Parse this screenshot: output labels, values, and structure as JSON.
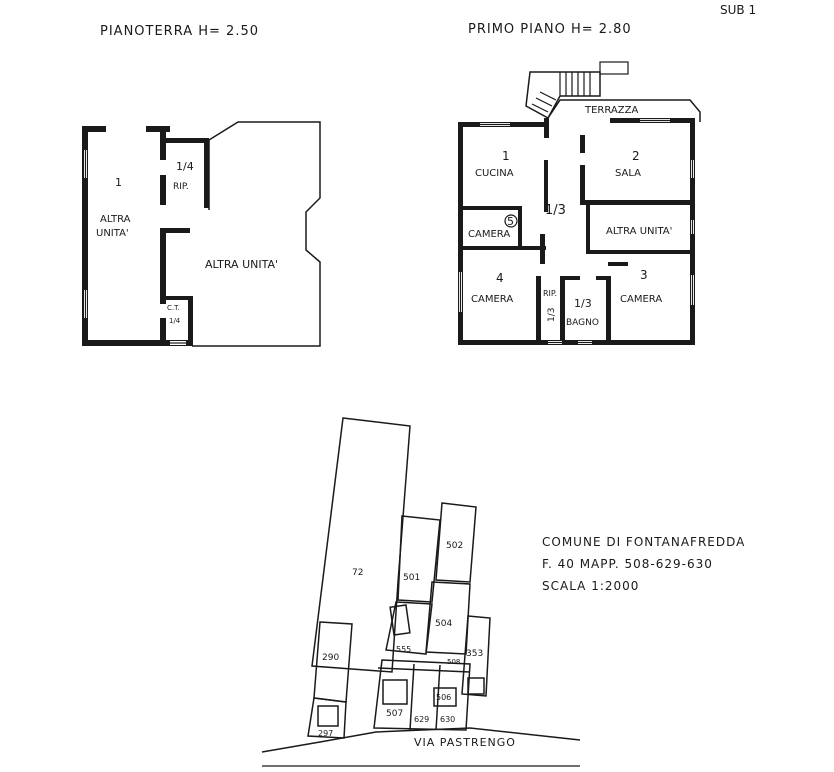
{
  "sheet": {
    "sub_label": "SUB 1"
  },
  "ground_floor": {
    "title": "PIANOTERRA  H= 2.50",
    "rooms": [
      {
        "num": "1",
        "label_line1": "ALTRA",
        "label_line2": "UNITA'"
      },
      {
        "num": "1/4",
        "label": "RIP."
      },
      {
        "label": "ALTRA UNITA'"
      },
      {
        "num": "1/4",
        "label": "C.T."
      }
    ]
  },
  "first_floor": {
    "title": "PRIMO PIANO  H= 2.80",
    "terrace": "TERRAZZA",
    "rooms": [
      {
        "num": "1",
        "label": "CUCINA"
      },
      {
        "num": "2",
        "label": "SALA"
      },
      {
        "num": "1/3",
        "label": ""
      },
      {
        "num": "5",
        "label": "CAMERA"
      },
      {
        "label": "ALTRA UNITA'"
      },
      {
        "num": "4",
        "label": "CAMERA"
      },
      {
        "num": "1/3",
        "label": "RIP."
      },
      {
        "num": "1/3",
        "label": "BAGNO"
      },
      {
        "num": "3",
        "label": "CAMERA"
      }
    ]
  },
  "cadastral": {
    "parcels": [
      "72",
      "501",
      "502",
      "504",
      "555",
      "508",
      "353",
      "290",
      "507",
      "506",
      "629",
      "630",
      "297"
    ],
    "street": "VIA PASTRENGO",
    "info": [
      "COMUNE DI FONTANAFREDDA",
      "F. 40 MAPP. 508-629-630",
      "SCALA 1:2000"
    ]
  },
  "icons": [
    "staircase-icon"
  ]
}
